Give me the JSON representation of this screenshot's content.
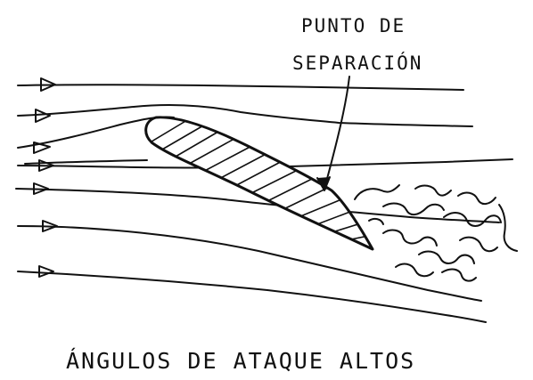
{
  "annotation": {
    "line1": "PUNTO DE",
    "line2": "SEPARACIÓN"
  },
  "caption": "ÁNGULOS DE ATAQUE ALTOS",
  "colors": {
    "ink": "#111111",
    "background": "#ffffff"
  },
  "icons": {
    "flow_arrow": "right-arrowhead",
    "turbulence": "wavy-squiggles"
  }
}
